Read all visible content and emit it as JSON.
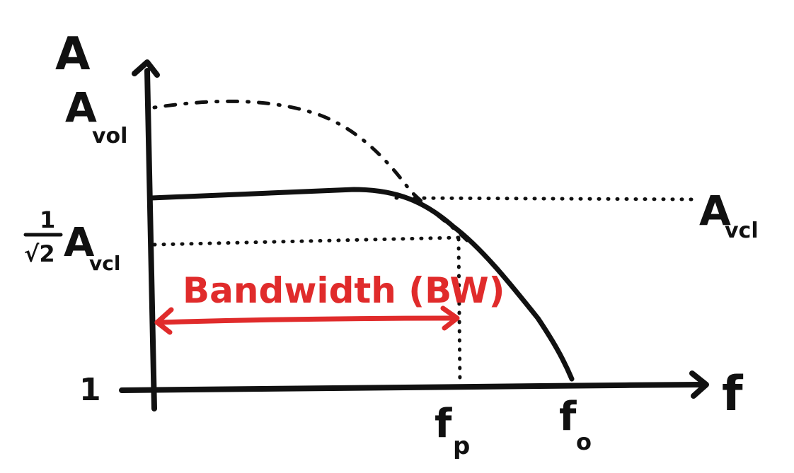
{
  "labels": {
    "y_axis": "A",
    "x_axis": "f",
    "avol_main": "A",
    "avol_main_sub": "vol",
    "avcl_right": "A",
    "avcl_right_sub": "vcl",
    "half_power_num": "1",
    "half_power_den": "√2",
    "half_power_A": "A",
    "half_power_sub": "vcl",
    "unity": "1",
    "fp": "f",
    "fp_sub": "p",
    "fo": "f",
    "fo_sub": "o",
    "bandwidth": "Bandwidth (BW)"
  },
  "colors": {
    "ink": "#111111",
    "annotation": "#e02b2b"
  }
}
